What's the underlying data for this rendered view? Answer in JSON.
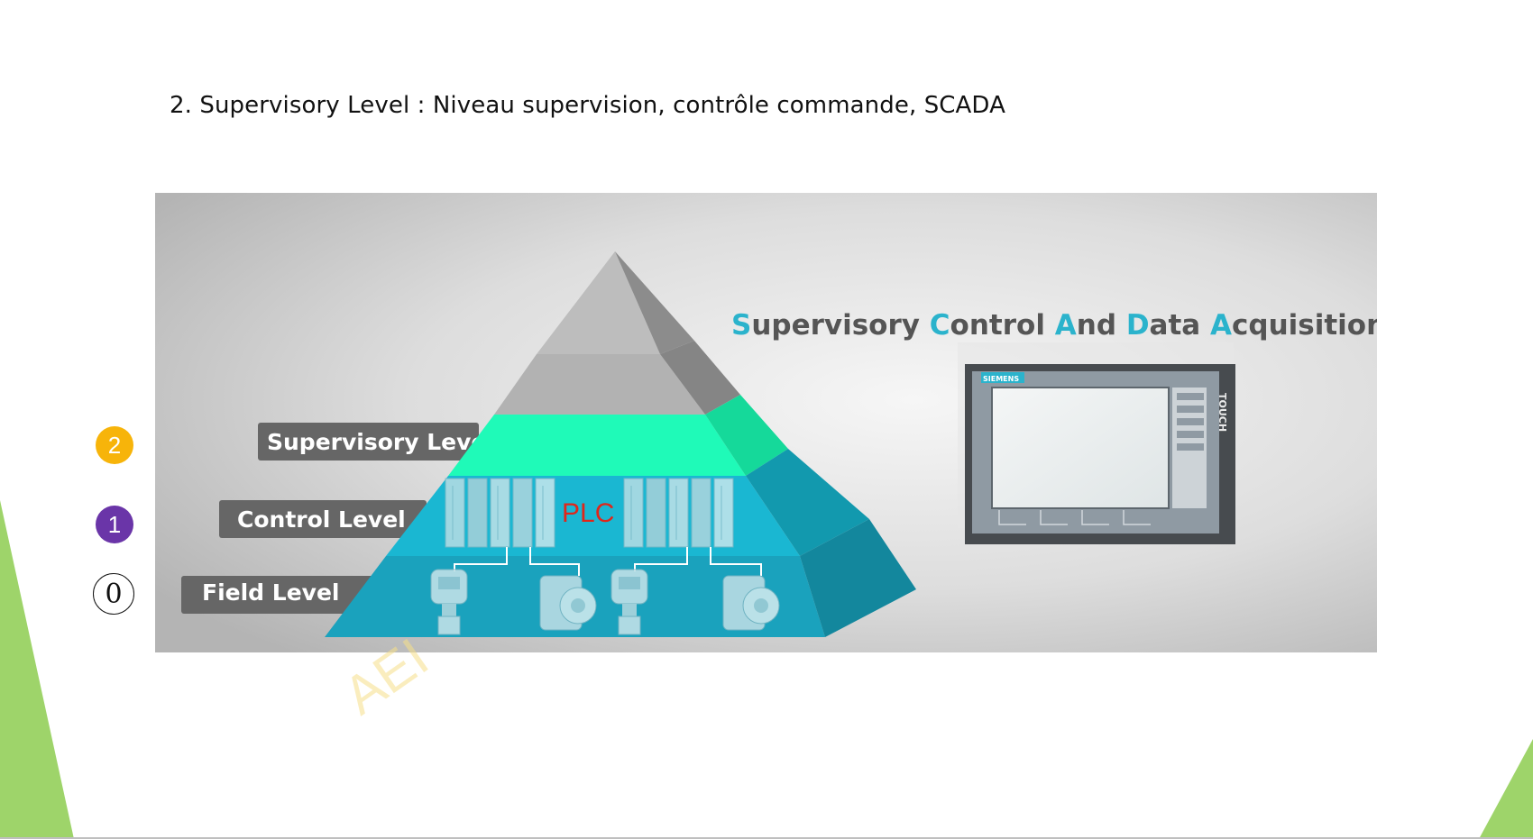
{
  "slide": {
    "title": "2. Supervisory Level : Niveau supervision, contrôle commande, SCADA"
  },
  "figure": {
    "scada_words": [
      {
        "initial": "S",
        "rest": "upervisory"
      },
      {
        "initial": "C",
        "rest": "ontrol"
      },
      {
        "initial": "A",
        "rest": "nd"
      },
      {
        "initial": "D",
        "rest": "ata"
      },
      {
        "initial": "A",
        "rest": "cquisition"
      }
    ],
    "level_tags": {
      "supervisory": "Supervisory Level",
      "control": "Control Level",
      "field": "Field Level"
    },
    "plc_label": "PLC",
    "hmi_brand": "SIEMENS",
    "hmi_side_label": "TOUCH",
    "watermark": "AEI"
  },
  "badges": [
    "2",
    "1",
    "0"
  ],
  "colors": {
    "accent_cyan": "#2bb3cc",
    "supervisory_band": "#1ffab8",
    "control_band": "#1ab7d2",
    "field_band": "#1aa2bd",
    "plc_red": "#e0261a",
    "corner_green": "#9ed46a",
    "badge_level_2": "#f7b40a",
    "badge_level_1": "#6a35a8"
  },
  "icons": [
    "pyramid",
    "plc-rack-icon",
    "field-instrument-icon",
    "servo-motor-icon",
    "hmi-touch-panel-icon"
  ]
}
